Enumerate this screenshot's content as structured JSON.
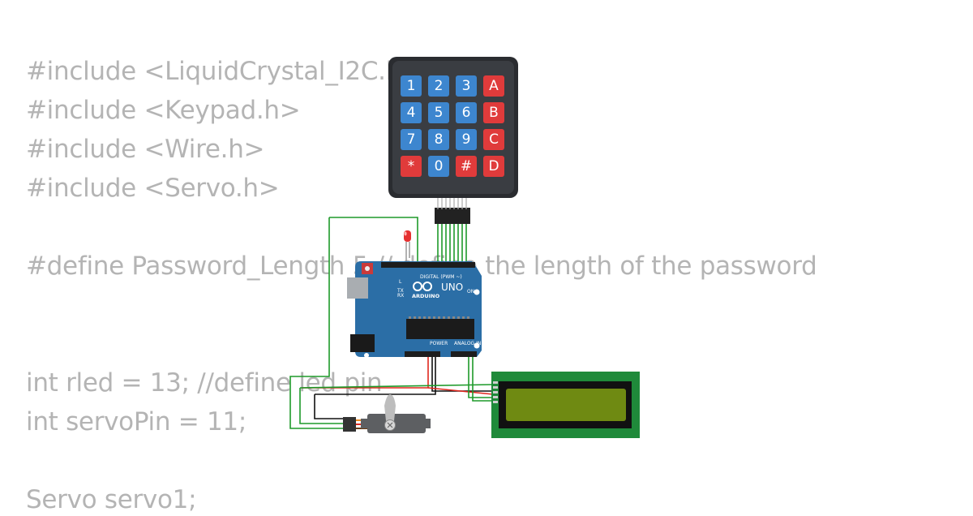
{
  "code": {
    "lines": [
      "#include <LiquidCrystal_I2C.h>",
      "#include <Keypad.h>",
      "#include <Wire.h>",
      "#include <Servo.h>",
      "",
      "#define Password_Length 5 // define the length of the password",
      "",
      "",
      "int rled = 13; //define led pin",
      "int servoPin = 11;",
      "",
      "Servo servo1;"
    ]
  },
  "keypad": {
    "keys": [
      "1",
      "2",
      "3",
      "A",
      "4",
      "5",
      "6",
      "B",
      "7",
      "8",
      "9",
      "C",
      "*",
      "0",
      "#",
      "D"
    ],
    "colors": {
      "number": "#3d86cf",
      "letter": "#e03b3b",
      "body": "#3a3d42",
      "frame": "#2a2c30"
    }
  },
  "arduino": {
    "brand": "ARDUINO",
    "model": "UNO",
    "digital_label": "DIGITAL (PWM ~)",
    "power_label": "POWER",
    "analog_label": "ANALOG IN",
    "on_label": "ON",
    "tx_label": "TX",
    "rx_label": "RX",
    "l_label": "L",
    "color": "#2b6ea6"
  },
  "lcd": {
    "pcb_color": "#1f8a3a",
    "screen_color": "#6f8a12"
  },
  "led": {
    "color": "#e53030"
  },
  "wires": {
    "green": "#1e9a2a",
    "red": "#e0281e",
    "black": "#111111"
  }
}
